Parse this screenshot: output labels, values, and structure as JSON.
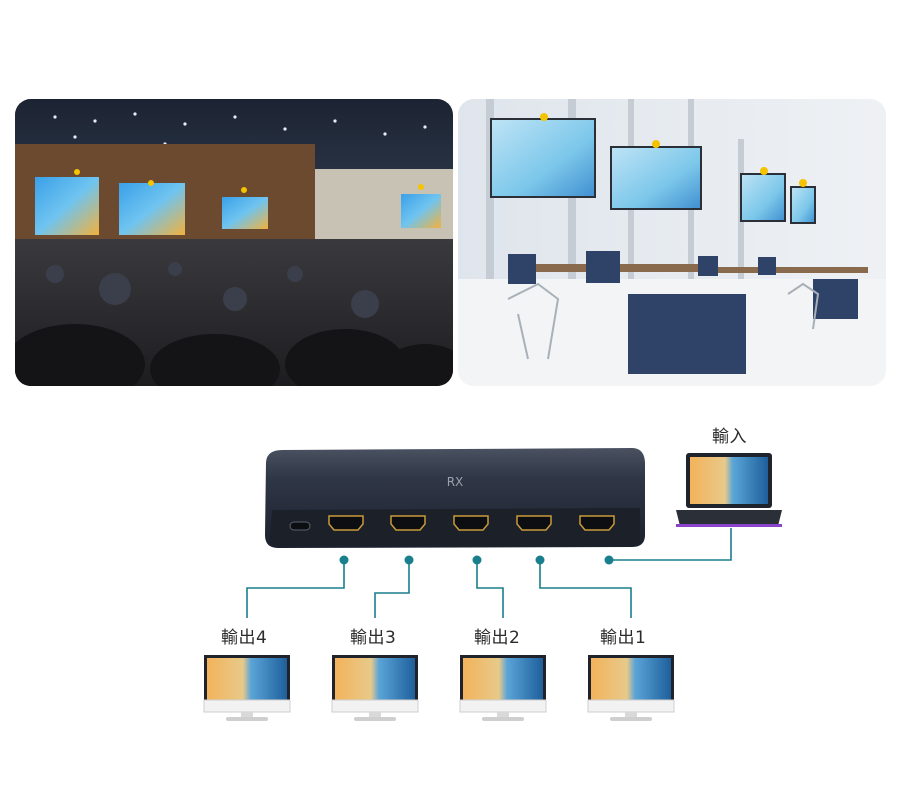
{
  "diagram": {
    "input_label": "輸入",
    "output_labels": [
      "輸出4",
      "輸出3",
      "輸出2",
      "輸出1"
    ],
    "device_logo": "RX",
    "port_count": 5,
    "connector_color": "#1a7f8c"
  },
  "photos": [
    {
      "scene": "conference-hall",
      "screens": 4
    },
    {
      "scene": "open-office",
      "screens": 4
    }
  ],
  "colors": {
    "pin_marker": "#f5c400",
    "device_body": "#2d3444",
    "line": "#1a7f8c"
  }
}
